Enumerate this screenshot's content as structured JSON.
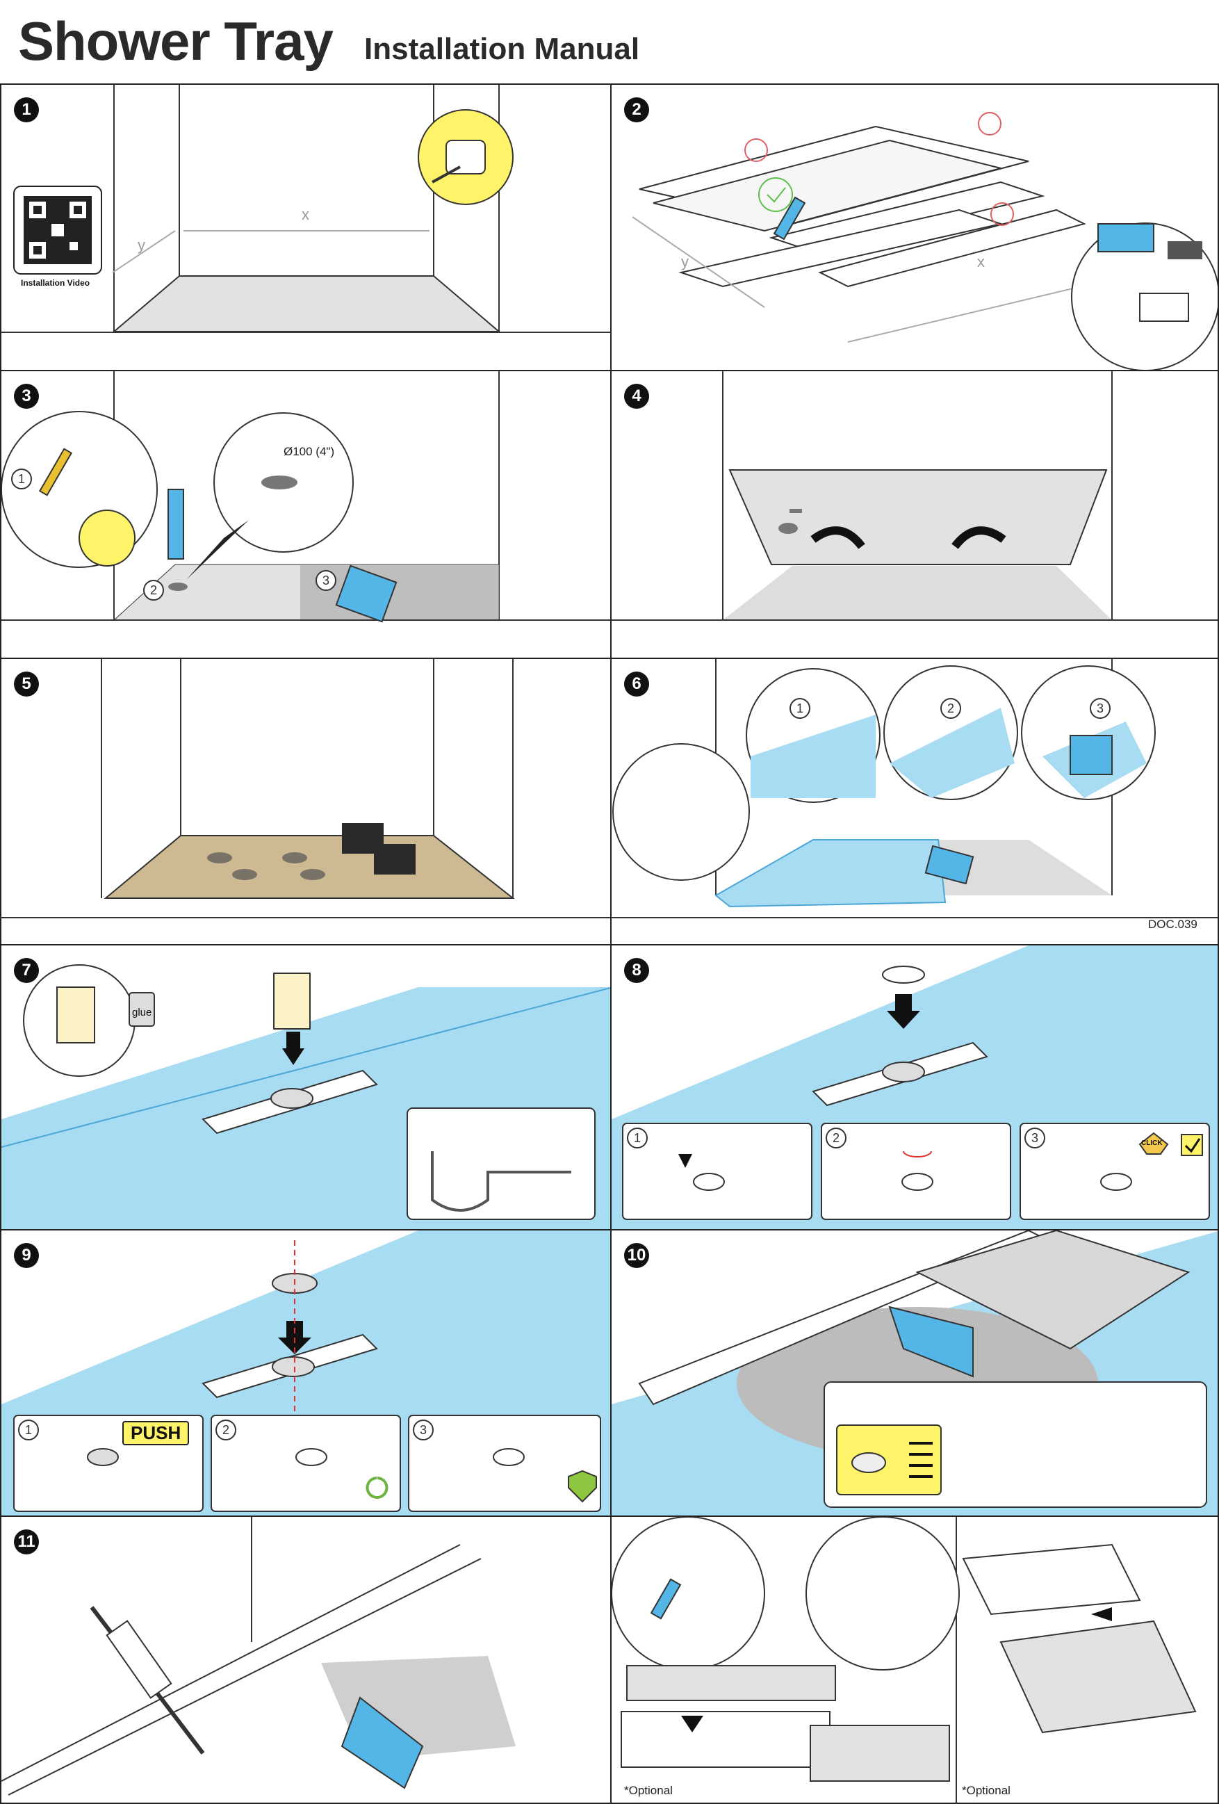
{
  "header": {
    "title": "Shower Tray",
    "subtitle": "Installation Manual"
  },
  "steps": {
    "s1": {
      "num": "1",
      "qr_label": "Installation Video",
      "dim_x": "x",
      "dim_y": "y"
    },
    "s2": {
      "num": "2",
      "dim_x": "x",
      "dim_y": "y"
    },
    "s3": {
      "num": "3",
      "diameter": "Ø100 (4\")",
      "sub1": "1",
      "sub2": "2",
      "sub3": "3"
    },
    "s4": {
      "num": "4"
    },
    "s5": {
      "num": "5"
    },
    "s6": {
      "num": "6",
      "sub1": "1",
      "sub2": "2",
      "sub3": "3",
      "doc": "DOC.039"
    },
    "s7": {
      "num": "7",
      "glue": "glue"
    },
    "s8": {
      "num": "8",
      "sub1": "1",
      "sub2": "2",
      "sub3": "3",
      "click": "CLICK"
    },
    "s9": {
      "num": "9",
      "sub1": "1",
      "sub2": "2",
      "sub3": "3",
      "push": "PUSH"
    },
    "s10": {
      "num": "10"
    },
    "s11": {
      "num": "11"
    },
    "s12": {
      "optional_left": "*Optional",
      "optional_right": "*Optional"
    }
  },
  "colors": {
    "accent_blue": "#54b6e6",
    "membrane": "#a8dcf2",
    "highlight_yellow": "#fff36a",
    "floor_tan": "#cdb992",
    "mortar": "#cfcfcf"
  }
}
